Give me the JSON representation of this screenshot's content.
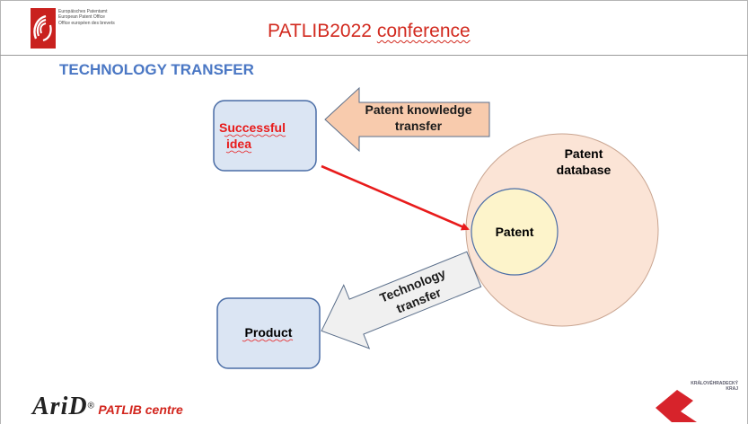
{
  "header": {
    "title_main": "PATLIB2022",
    "title_sub": "conference",
    "epo_text": [
      "Europäisches Patentamt",
      "European Patent Office",
      "Office européen des brevets"
    ]
  },
  "section_title": "TECHNOLOGY TRANSFER",
  "diagram": {
    "successful_idea": [
      "Successful",
      "idea"
    ],
    "patent_knowledge_transfer": [
      "Patent knowledge",
      "transfer"
    ],
    "patent_database": [
      "Patent",
      "database"
    ],
    "patent": "Patent",
    "technology_transfer": [
      "Technology",
      "transfer"
    ],
    "product": "Product"
  },
  "footer": {
    "arid": "AriD",
    "registered": "®",
    "patlib_centre": "PATLIB centre",
    "region_name": "KRÁLOVÉHRADECKÝ KRAJ"
  },
  "colors": {
    "title_red": "#d22a1f",
    "section_blue": "#4a77c4",
    "box_fill": "#dbe5f3",
    "box_stroke": "#4a6da6",
    "circle_fill": "#fbe4d6",
    "patent_fill": "#fdf4cb",
    "arrow_orange": "#f8cbad",
    "arrow_gray": "#f0f0f0",
    "connector_red": "#e81b1b"
  }
}
